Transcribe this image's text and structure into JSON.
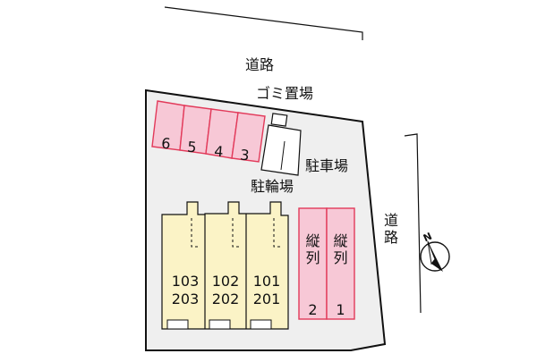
{
  "labels": {
    "road_top": "道路",
    "road_right": [
      "道",
      "路"
    ],
    "garbage": "ゴミ置場",
    "parking_label": "駐車場",
    "bike_parking": "駐輪場"
  },
  "parking_spaces_top": [
    "6",
    "5",
    "4",
    "3"
  ],
  "parking_spaces_tandem": [
    {
      "chars": [
        "縦",
        "列"
      ],
      "number": "2"
    },
    {
      "chars": [
        "縦",
        "列"
      ],
      "number": "1"
    }
  ],
  "units": [
    {
      "upper": "103",
      "lower": "203"
    },
    {
      "upper": "102",
      "lower": "202"
    },
    {
      "upper": "101",
      "lower": "201"
    }
  ],
  "compass": {
    "label": "N"
  },
  "colors": {
    "lot_fill": "#efefef",
    "parking_fill": "#f7c8d6",
    "parking_stroke": "#e23a5a",
    "building_fill": "#fbf3c6",
    "outline": "#111111"
  }
}
